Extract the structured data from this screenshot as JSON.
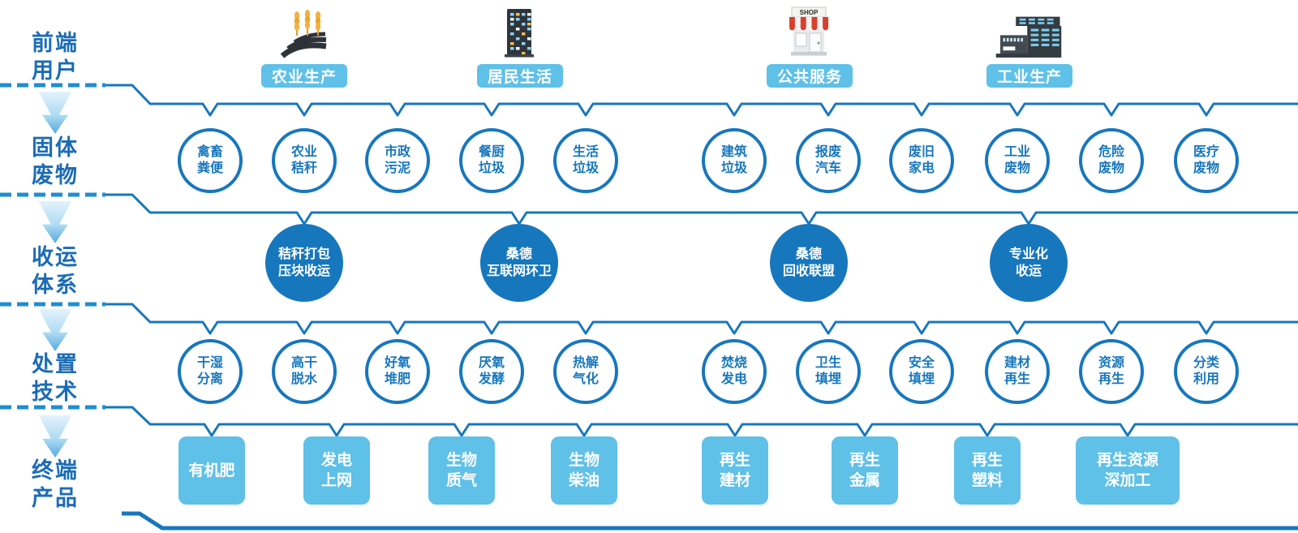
{
  "row_labels": [
    {
      "line1": "前端",
      "line2": "用户"
    },
    {
      "line1": "固体",
      "line2": "废物"
    },
    {
      "line1": "收运",
      "line2": "体系"
    },
    {
      "line1": "处置",
      "line2": "技术"
    },
    {
      "line1": "终端",
      "line2": "产品"
    }
  ],
  "headers": [
    {
      "label": "农业生产",
      "icon": "farm-icon"
    },
    {
      "label": "居民生活",
      "icon": "residential-building-icon"
    },
    {
      "label": "公共服务",
      "icon": "shop-icon",
      "sign_text": "SHOP"
    },
    {
      "label": "工业生产",
      "icon": "factory-icon"
    }
  ],
  "waste": [
    [
      "禽畜",
      "粪便"
    ],
    [
      "农业",
      "秸秆"
    ],
    [
      "市政",
      "污泥"
    ],
    [
      "餐厨",
      "垃圾"
    ],
    [
      "生活",
      "垃圾"
    ],
    [
      "建筑",
      "垃圾"
    ],
    [
      "报废",
      "汽车"
    ],
    [
      "废旧",
      "家电"
    ],
    [
      "工业",
      "废物"
    ],
    [
      "危险",
      "废物"
    ],
    [
      "医疗",
      "废物"
    ]
  ],
  "collection": [
    [
      "秸秆打包",
      "压块收运"
    ],
    [
      "桑德",
      "互联网环卫"
    ],
    [
      "桑德",
      "回收联盟"
    ],
    [
      "专业化",
      "收运"
    ]
  ],
  "treatment": [
    [
      "干湿",
      "分离"
    ],
    [
      "高干",
      "脱水"
    ],
    [
      "好氧",
      "堆肥"
    ],
    [
      "厌氧",
      "发酵"
    ],
    [
      "热解",
      "气化"
    ],
    [
      "焚烧",
      "发电"
    ],
    [
      "卫生",
      "填埋"
    ],
    [
      "安全",
      "填埋"
    ],
    [
      "建材",
      "再生"
    ],
    [
      "资源",
      "再生"
    ],
    [
      "分类",
      "利用"
    ]
  ],
  "products": [
    {
      "lines": [
        "有机肥"
      ]
    },
    {
      "lines": [
        "发电",
        "上网"
      ]
    },
    {
      "lines": [
        "生物",
        "质气"
      ]
    },
    {
      "lines": [
        "生物",
        "柴油"
      ]
    },
    {
      "lines": [
        "再生",
        "建材"
      ]
    },
    {
      "lines": [
        "再生",
        "金属"
      ]
    },
    {
      "lines": [
        "再生",
        "塑料"
      ]
    },
    {
      "lines": [
        "再生资源",
        "深加工"
      ]
    }
  ],
  "colors": {
    "primary_blue": "#1777bd",
    "light_blue": "#5fc0e8",
    "dash_blue": "#1f8ed0",
    "label_blue": "#1b6cb5"
  }
}
